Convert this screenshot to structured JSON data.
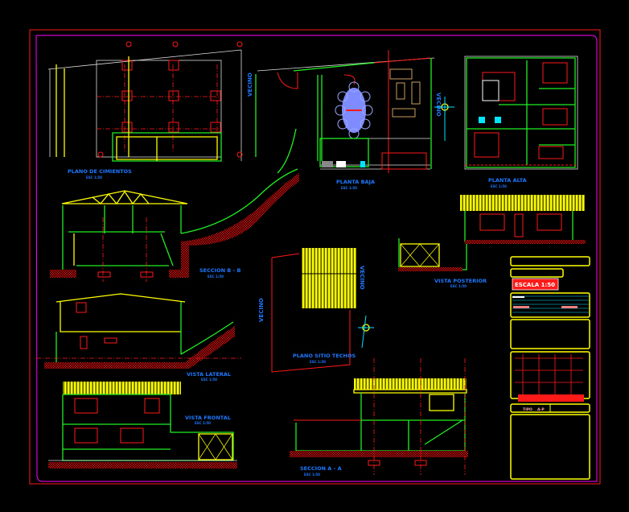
{
  "drawing": {
    "views": {
      "foundation_plan": "PLANO DE CIMIENTOS",
      "ground_floor": "PLANTA BAJA",
      "upper_floor": "PLANTA ALTA",
      "section_bb": "SECCION B - B",
      "rear_view": "VISTA POSTERIOR",
      "side_view": "VISTA LATERAL",
      "front_view": "VISTA FRONTAL",
      "roof_site_plan": "PLANO SITIO TECHOS",
      "section_aa": "SECCION A - A"
    },
    "neighbor_label": "VECINO",
    "scale_label": "ESC 1:50"
  },
  "title_block": {
    "scale": "ESCALA 1:50",
    "type_label": "TIPO",
    "type_value": "A-P"
  },
  "colors": {
    "background": "#000000",
    "frame": "#ff1a1a",
    "inner_frame": "#ff00ff",
    "walls": "#22ee22",
    "roof": "#ffff00",
    "text": "#1e78ff"
  }
}
